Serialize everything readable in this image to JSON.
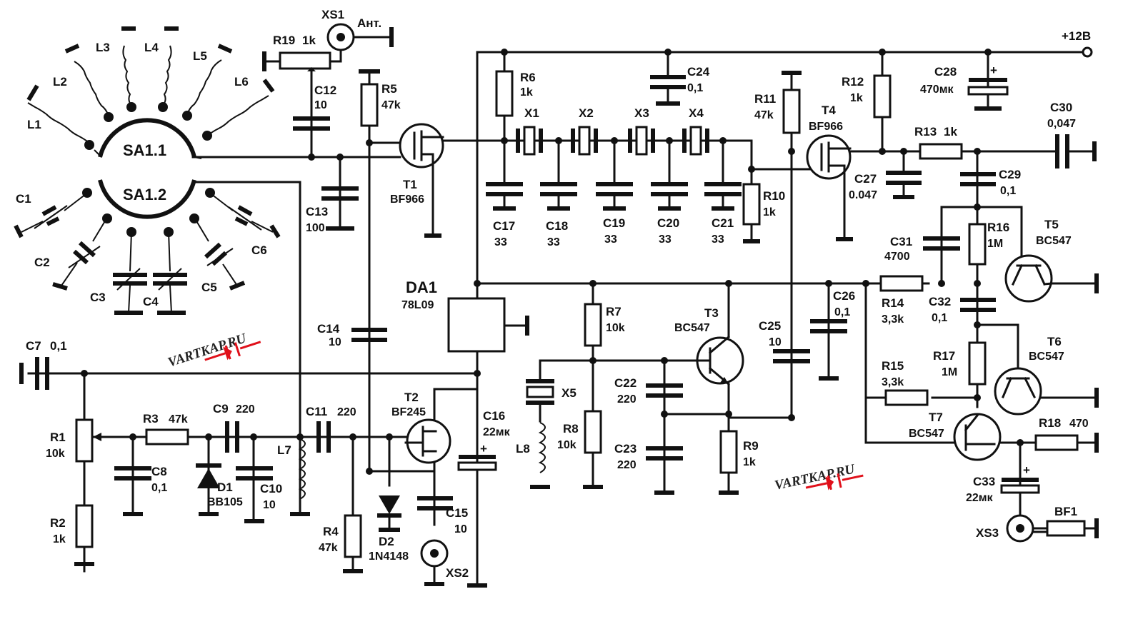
{
  "supply_label": "+12В",
  "antenna_label": "Ант.",
  "watermark": "VARTKAP.RU",
  "watermark_color": "#e0101a",
  "switch": {
    "a": "SA1.1",
    "b": "SA1.2"
  },
  "inductors": [
    {
      "ref": "L1"
    },
    {
      "ref": "L2"
    },
    {
      "ref": "L3"
    },
    {
      "ref": "L4"
    },
    {
      "ref": "L5"
    },
    {
      "ref": "L6"
    }
  ],
  "trimmers": [
    {
      "ref": "C1"
    },
    {
      "ref": "C2"
    },
    {
      "ref": "C3"
    },
    {
      "ref": "C4"
    },
    {
      "ref": "C5"
    },
    {
      "ref": "C6"
    }
  ],
  "components": [
    {
      "ref": "XS1",
      "value": ""
    },
    {
      "ref": "R19",
      "value": "1k"
    },
    {
      "ref": "C12",
      "value": "10"
    },
    {
      "ref": "C13",
      "value": "100"
    },
    {
      "ref": "R5",
      "value": "47k"
    },
    {
      "ref": "T1",
      "value": "BF966"
    },
    {
      "ref": "R6",
      "value": "1k"
    },
    {
      "ref": "C24",
      "value": "0,1"
    },
    {
      "ref": "X1",
      "value": ""
    },
    {
      "ref": "X2",
      "value": ""
    },
    {
      "ref": "X3",
      "value": ""
    },
    {
      "ref": "X4",
      "value": ""
    },
    {
      "ref": "C17",
      "value": "33"
    },
    {
      "ref": "C18",
      "value": "33"
    },
    {
      "ref": "C19",
      "value": "33"
    },
    {
      "ref": "C20",
      "value": "33"
    },
    {
      "ref": "C21",
      "value": "33"
    },
    {
      "ref": "R10",
      "value": "1k"
    },
    {
      "ref": "R11",
      "value": "47k"
    },
    {
      "ref": "T4",
      "value": "BF966"
    },
    {
      "ref": "R12",
      "value": "1k"
    },
    {
      "ref": "C28",
      "value": "470мк"
    },
    {
      "ref": "C27",
      "value": "0.047"
    },
    {
      "ref": "R13",
      "value": "1k"
    },
    {
      "ref": "C30",
      "value": "0,047"
    },
    {
      "ref": "C29",
      "value": "0,1"
    },
    {
      "ref": "C31",
      "value": "4700"
    },
    {
      "ref": "R16",
      "value": "1M"
    },
    {
      "ref": "T5",
      "value": "BC547"
    },
    {
      "ref": "R14",
      "value": "3,3k"
    },
    {
      "ref": "C32",
      "value": "0,1"
    },
    {
      "ref": "C26",
      "value": "0,1"
    },
    {
      "ref": "R15",
      "value": "3,3k"
    },
    {
      "ref": "R17",
      "value": "1M"
    },
    {
      "ref": "T6",
      "value": "BC547"
    },
    {
      "ref": "T7",
      "value": "BC547"
    },
    {
      "ref": "R18",
      "value": "470"
    },
    {
      "ref": "C33",
      "value": "22мк"
    },
    {
      "ref": "BF1",
      "value": ""
    },
    {
      "ref": "XS3",
      "value": ""
    },
    {
      "ref": "DA1",
      "value": "78L09"
    },
    {
      "ref": "C14",
      "value": "10"
    },
    {
      "ref": "C7",
      "value": "0,1"
    },
    {
      "ref": "R1",
      "value": "10k"
    },
    {
      "ref": "R2",
      "value": "1k"
    },
    {
      "ref": "R3",
      "value": "47k"
    },
    {
      "ref": "C8",
      "value": "0,1"
    },
    {
      "ref": "D1",
      "value": "BB105"
    },
    {
      "ref": "C9",
      "value": "220"
    },
    {
      "ref": "C10",
      "value": "10"
    },
    {
      "ref": "C11",
      "value": "220"
    },
    {
      "ref": "L7",
      "value": ""
    },
    {
      "ref": "R4",
      "value": "47k"
    },
    {
      "ref": "D2",
      "value": "1N4148"
    },
    {
      "ref": "T2",
      "value": "BF245"
    },
    {
      "ref": "C15",
      "value": "10"
    },
    {
      "ref": "XS2",
      "value": ""
    },
    {
      "ref": "C16",
      "value": "22мк"
    },
    {
      "ref": "R7",
      "value": "10k"
    },
    {
      "ref": "R8",
      "value": "10k"
    },
    {
      "ref": "X5",
      "value": ""
    },
    {
      "ref": "L8",
      "value": ""
    },
    {
      "ref": "T3",
      "value": "BC547"
    },
    {
      "ref": "C22",
      "value": "220"
    },
    {
      "ref": "C23",
      "value": "220"
    },
    {
      "ref": "R9",
      "value": "1k"
    },
    {
      "ref": "C25",
      "value": "10"
    }
  ]
}
